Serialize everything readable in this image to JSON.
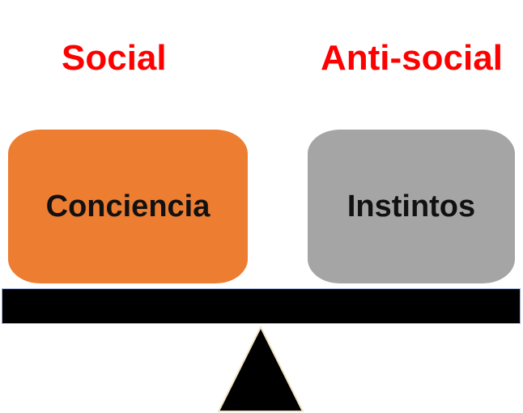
{
  "headings": {
    "left": "Social",
    "right": "Anti-social",
    "color": "#ff0000"
  },
  "boxes": {
    "left": {
      "label": "Conciencia",
      "color": "#ed7d31"
    },
    "right": {
      "label": "Instintos",
      "color": "#a5a5a5"
    }
  },
  "beam": {
    "color": "#000000"
  },
  "fulcrum": {
    "color": "#000000"
  }
}
